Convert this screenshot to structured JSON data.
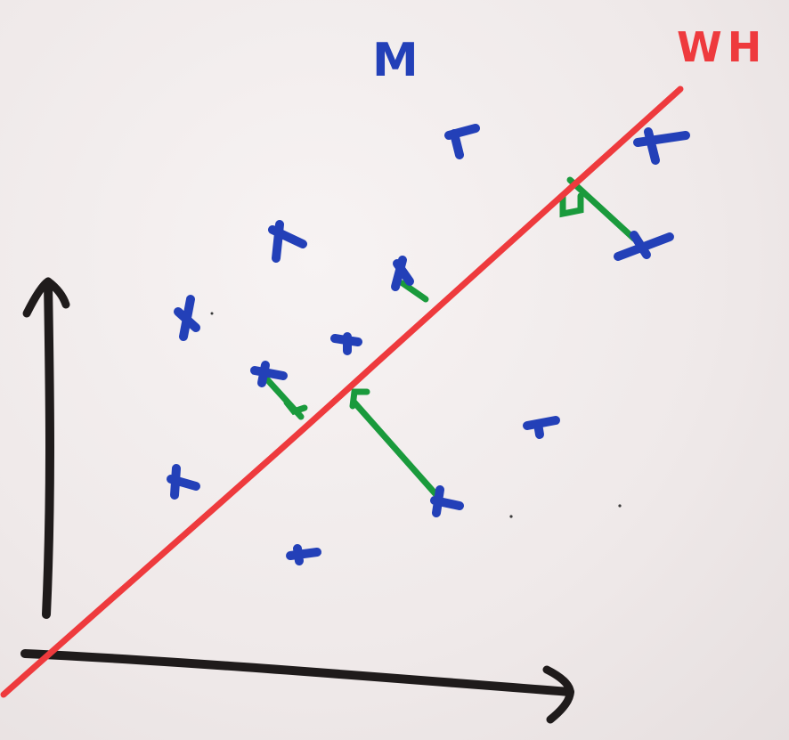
{
  "labels": {
    "blue_label": "M",
    "red_label": "WH"
  },
  "colors": {
    "background": "#f1ecec",
    "axes": "#1f1b1b",
    "fitted_line": "#ee3a3d",
    "points": "#2340b8",
    "residuals": "#1a9a3c"
  },
  "elements": {
    "axes": [
      "y-axis",
      "x-axis"
    ],
    "points_count": 12,
    "residuals_count": 4
  }
}
